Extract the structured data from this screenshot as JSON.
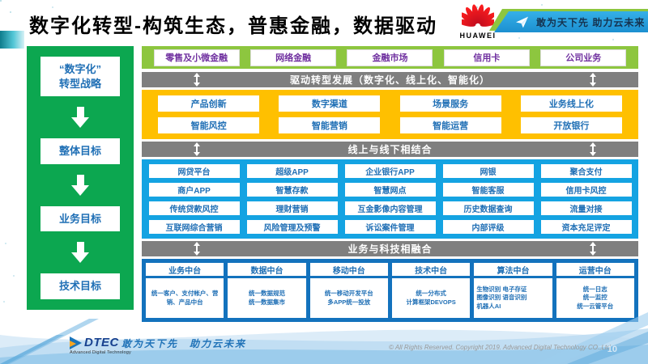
{
  "header": {
    "title": "数字化转型-构筑生态，普惠金融，数据驱动",
    "huawei_label": "HUAWEI",
    "ribbon_slogan": "敢为天下先 助力云未来"
  },
  "strategy": {
    "boxes": [
      "“数字化”\n转型战略",
      "整体目标",
      "业务目标",
      "技术目标"
    ]
  },
  "business_row": {
    "items": [
      "零售及小微金融",
      "网络金融",
      "金融市场",
      "信用卡",
      "公司业务"
    ]
  },
  "bars": {
    "drive": "驱动转型发展（数字化、线上化、智能化）",
    "online_offline": "线上与线下相结合",
    "tech_fusion": "业务与科技相融合"
  },
  "capability_rows": {
    "row1": [
      "产品创新",
      "数字渠道",
      "场景服务",
      "业务线上化"
    ],
    "row2": [
      "智能风控",
      "智能营销",
      "智能运营",
      "开放银行"
    ]
  },
  "application_rows": {
    "row1": [
      "网贷平台",
      "超级APP",
      "企业银行APP",
      "网银",
      "聚合支付"
    ],
    "row2": [
      "商户APP",
      "智慧存款",
      "智慧网点",
      "智能客服",
      "信用卡风控"
    ],
    "row3": [
      "传统贷款风控",
      "理财营销",
      "互金影像内容管理",
      "历史数据查询",
      "流量对接"
    ],
    "row4": [
      "互联网综合营销",
      "风险管理及预警",
      "诉讼案件管理",
      "内部评级",
      "资本充足评定"
    ]
  },
  "platforms": {
    "cols": [
      {
        "title": "业务中台",
        "body": "统一客户、支付帐户、营销、产品中台"
      },
      {
        "title": "数据中台",
        "body": "统一数据规范\n统一数据集市"
      },
      {
        "title": "移动中台",
        "body": "统一移动开发平台\n多APP统一投放"
      },
      {
        "title": "技术中台",
        "body": "统一分布式\n计算框架DEVOPS"
      },
      {
        "title": "算法中台",
        "body": "生物识别 电子存证\n图像识别 语音识别\n机器人AI"
      },
      {
        "title": "运营中台",
        "body": "统一日志\n统一监控\n统一云管平台"
      }
    ]
  },
  "footer": {
    "logo_text": "DTEC",
    "logo_subtext": "Advanced Digital Technology",
    "slogan": "敢为天下先　助力云未来",
    "copyright": "© All Rights Reserved. Copyright 2019. Advanced Digital Technology CO.,Ltd",
    "page_number": "10"
  },
  "colors": {
    "green": "#0CA750",
    "light_green": "#8DC63F",
    "gray_bar": "#7F7F7F",
    "yellow": "#FFC000",
    "cyan_blue": "#14A3E2",
    "dark_blue": "#1372BD",
    "button_text_blue": "#1F6FB5",
    "button_text_purple": "#7030A0",
    "huawei_red": "#E2231A"
  }
}
